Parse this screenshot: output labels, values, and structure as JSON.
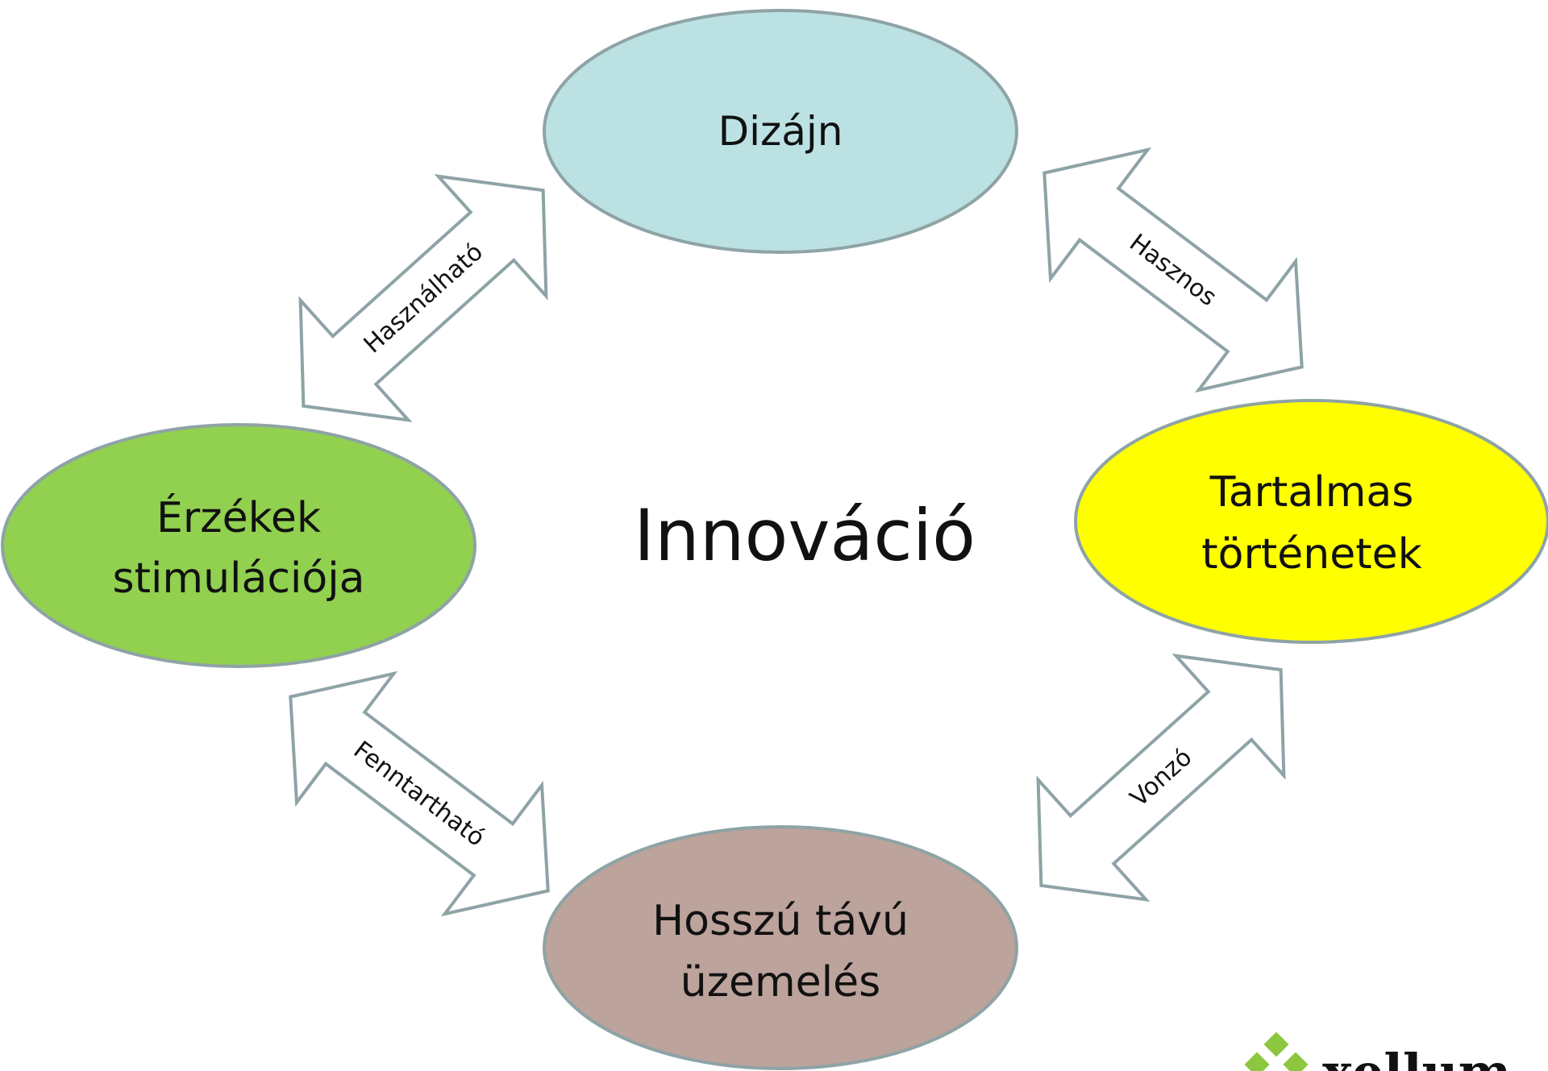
{
  "center": {
    "title": "Innováció"
  },
  "nodes": {
    "design": {
      "label": "Dizájn",
      "color": "#bce1e3"
    },
    "content": {
      "line1": "Tartalmas",
      "line2": "történetek",
      "color": "#ffff00"
    },
    "operation": {
      "line1": "Hosszú távú",
      "line2": "üzemelés",
      "color": "#bca39b"
    },
    "senses": {
      "line1": "Érzékek",
      "line2": "stimulációja",
      "color": "#92d050"
    }
  },
  "arrows": {
    "top_left": {
      "label": "Használható"
    },
    "top_right": {
      "label": "Hasznos"
    },
    "bottom_right": {
      "label": "Vonzó"
    },
    "bottom_left": {
      "label": "Fenntartható"
    }
  },
  "logo": {
    "text": "xellum",
    "color": "#8dc63f"
  },
  "colors": {
    "outline": "#8ea3a6"
  }
}
